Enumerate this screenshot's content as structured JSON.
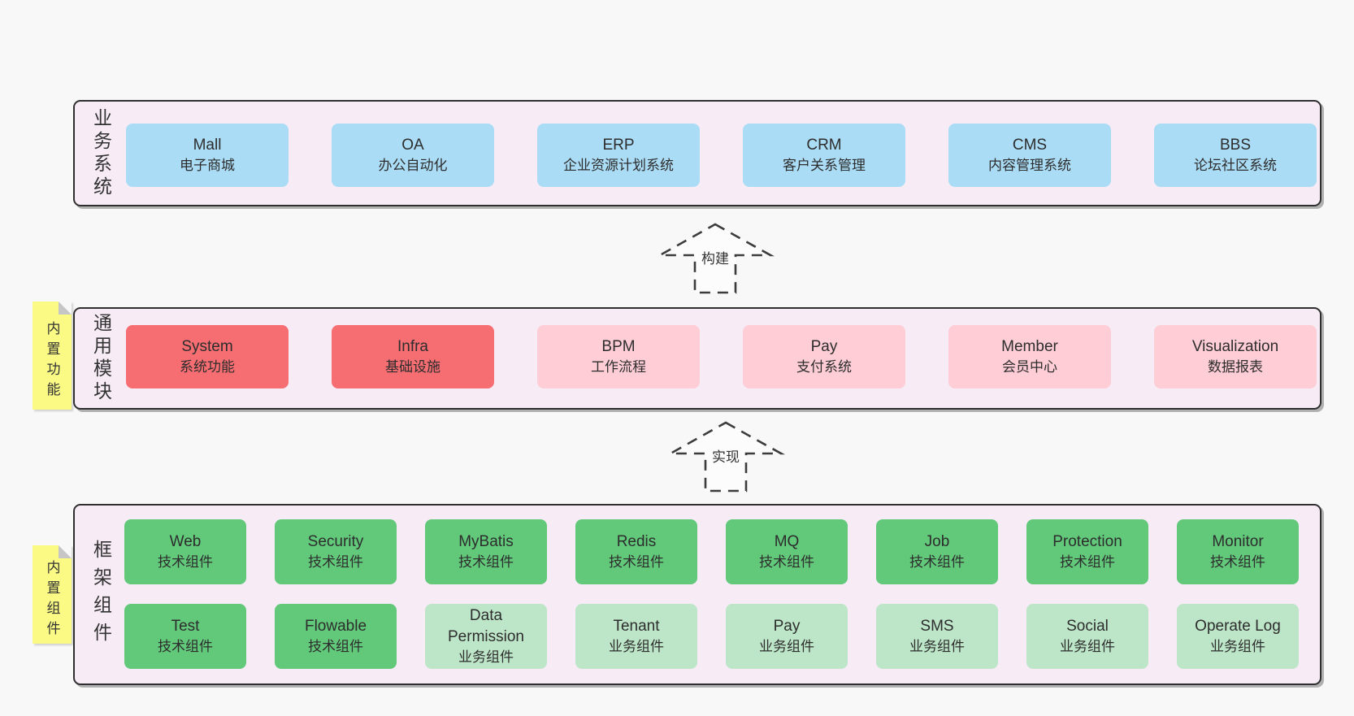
{
  "diagram": {
    "background": "#f8f8f8",
    "container_color": "#f7ecf6",
    "layers": {
      "business": {
        "label": "业务系统",
        "boxes": [
          {
            "name": "Mall",
            "desc": "电子商城",
            "variant": "blue"
          },
          {
            "name": "OA",
            "desc": "办公自动化",
            "variant": "blue"
          },
          {
            "name": "ERP",
            "desc": "企业资源计划系统",
            "variant": "blue"
          },
          {
            "name": "CRM",
            "desc": "客户关系管理",
            "variant": "blue"
          },
          {
            "name": "CMS",
            "desc": "内容管理系统",
            "variant": "blue"
          },
          {
            "name": "BBS",
            "desc": "论坛社区系统",
            "variant": "blue"
          }
        ]
      },
      "modules": {
        "label": "通用模块",
        "sticky": "内置功能",
        "boxes": [
          {
            "name": "System",
            "desc": "系统功能",
            "variant": "red"
          },
          {
            "name": "Infra",
            "desc": "基础设施",
            "variant": "red"
          },
          {
            "name": "BPM",
            "desc": "工作流程",
            "variant": "pink"
          },
          {
            "name": "Pay",
            "desc": "支付系统",
            "variant": "pink"
          },
          {
            "name": "Member",
            "desc": "会员中心",
            "variant": "pink"
          },
          {
            "name": "Visualization",
            "desc": "数据报表",
            "variant": "pink"
          }
        ]
      },
      "components": {
        "label": "框架组件",
        "sticky": "内置组件",
        "row1": [
          {
            "name": "Web",
            "desc": "技术组件",
            "variant": "green"
          },
          {
            "name": "Security",
            "desc": "技术组件",
            "variant": "green"
          },
          {
            "name": "MyBatis",
            "desc": "技术组件",
            "variant": "green"
          },
          {
            "name": "Redis",
            "desc": "技术组件",
            "variant": "green"
          },
          {
            "name": "MQ",
            "desc": "技术组件",
            "variant": "green"
          },
          {
            "name": "Job",
            "desc": "技术组件",
            "variant": "green"
          },
          {
            "name": "Protection",
            "desc": "技术组件",
            "variant": "green"
          },
          {
            "name": "Monitor",
            "desc": "技术组件",
            "variant": "green"
          }
        ],
        "row2": [
          {
            "name": "Test",
            "desc": "技术组件",
            "variant": "green"
          },
          {
            "name": "Flowable",
            "desc": "技术组件",
            "variant": "green"
          },
          {
            "name": "Data Permission",
            "desc": "业务组件",
            "variant": "lightgreen"
          },
          {
            "name": "Tenant",
            "desc": "业务组件",
            "variant": "lightgreen"
          },
          {
            "name": "Pay",
            "desc": "业务组件",
            "variant": "lightgreen"
          },
          {
            "name": "SMS",
            "desc": "业务组件",
            "variant": "lightgreen"
          },
          {
            "name": "Social",
            "desc": "业务组件",
            "variant": "lightgreen"
          },
          {
            "name": "Operate Log",
            "desc": "业务组件",
            "variant": "lightgreen"
          }
        ]
      }
    },
    "arrows": {
      "build": {
        "label": "构建"
      },
      "implement": {
        "label": "实现"
      }
    },
    "colors": {
      "blue": "#abdcf5",
      "red": "#f66d72",
      "pink": "#fecdd6",
      "green": "#62c97b",
      "lightgreen": "#bde6c8",
      "sticky_yellow": "#fafa85",
      "container_pink": "#f7ecf6",
      "border_dark": "#2f2f2f"
    }
  }
}
